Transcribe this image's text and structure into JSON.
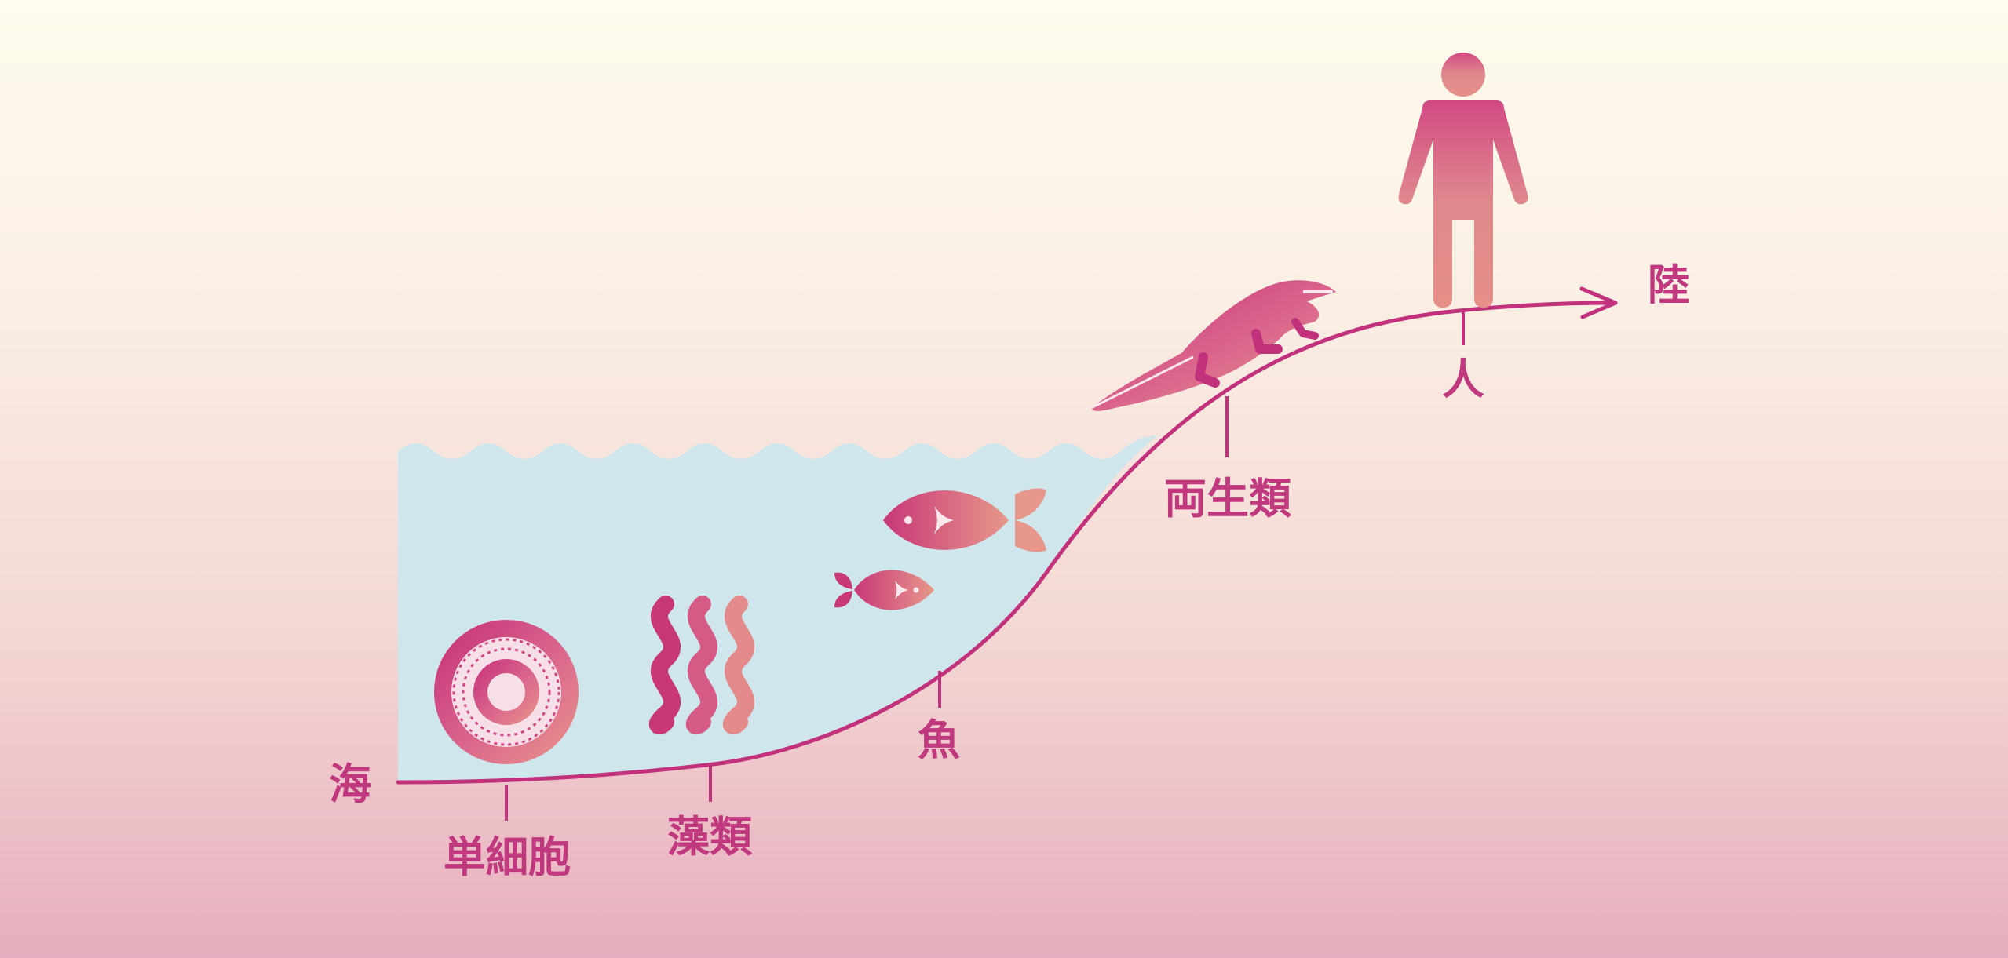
{
  "diagram": {
    "end_labels": {
      "sea": "海",
      "land": "陸"
    },
    "stages": [
      {
        "id": "single-cell",
        "label": "単細胞",
        "icon": "single-cell-icon"
      },
      {
        "id": "algae",
        "label": "藻類",
        "icon": "algae-icon"
      },
      {
        "id": "fish",
        "label": "魚",
        "icon": "fish-icon"
      },
      {
        "id": "amphibian",
        "label": "両生類",
        "icon": "amphibian-icon"
      },
      {
        "id": "human",
        "label": "人",
        "icon": "human-icon"
      }
    ],
    "colors": {
      "accent": "#c2317c",
      "water": "#cfe6ec",
      "background_top": "#fefcec",
      "background_bottom": "#e6aebe",
      "icon_light": "#e8928c"
    }
  }
}
